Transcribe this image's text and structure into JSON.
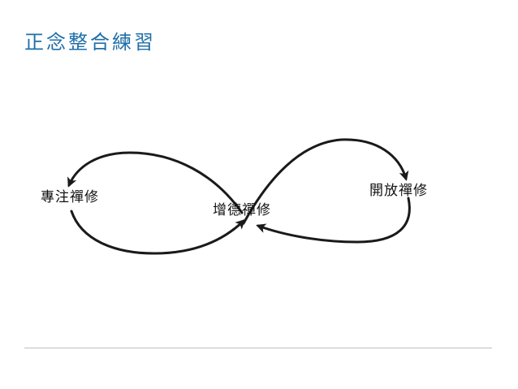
{
  "slide": {
    "title": "正念整合練習",
    "title_color": "#1f6fa8"
  },
  "diagram": {
    "nodes": {
      "focus": "專注禪修",
      "merit": "增德禪修",
      "open": "開放禪修"
    },
    "stroke_color": "#1a1a1a"
  }
}
